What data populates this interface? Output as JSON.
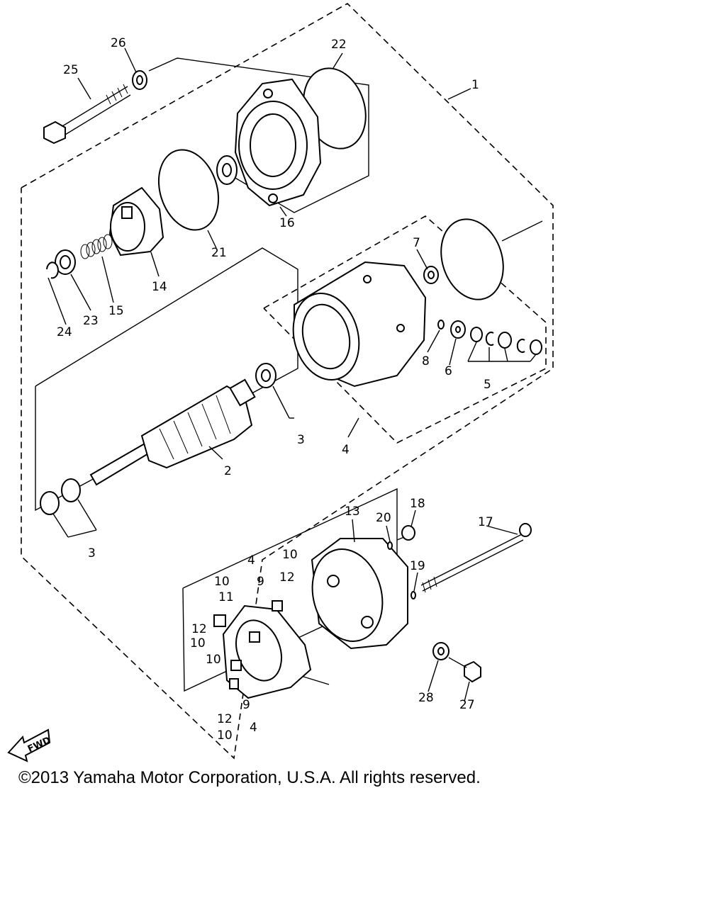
{
  "diagram": {
    "callouts": [
      {
        "id": "c1",
        "label": "1"
      },
      {
        "id": "c2",
        "label": "2"
      },
      {
        "id": "c3a",
        "label": "3"
      },
      {
        "id": "c3b",
        "label": "3"
      },
      {
        "id": "c4a",
        "label": "4"
      },
      {
        "id": "c4b",
        "label": "4"
      },
      {
        "id": "c4c",
        "label": "4"
      },
      {
        "id": "c5",
        "label": "5"
      },
      {
        "id": "c6",
        "label": "6"
      },
      {
        "id": "c7",
        "label": "7"
      },
      {
        "id": "c8",
        "label": "8"
      },
      {
        "id": "c9a",
        "label": "9"
      },
      {
        "id": "c9b",
        "label": "9"
      },
      {
        "id": "c10a",
        "label": "10"
      },
      {
        "id": "c10b",
        "label": "10"
      },
      {
        "id": "c10c",
        "label": "10"
      },
      {
        "id": "c10d",
        "label": "10"
      },
      {
        "id": "c10e",
        "label": "10"
      },
      {
        "id": "c11",
        "label": "11"
      },
      {
        "id": "c12a",
        "label": "12"
      },
      {
        "id": "c12b",
        "label": "12"
      },
      {
        "id": "c12c",
        "label": "12"
      },
      {
        "id": "c13",
        "label": "13"
      },
      {
        "id": "c14",
        "label": "14"
      },
      {
        "id": "c15",
        "label": "15"
      },
      {
        "id": "c16",
        "label": "16"
      },
      {
        "id": "c17",
        "label": "17"
      },
      {
        "id": "c18",
        "label": "18"
      },
      {
        "id": "c19",
        "label": "19"
      },
      {
        "id": "c20",
        "label": "20"
      },
      {
        "id": "c21",
        "label": "21"
      },
      {
        "id": "c22",
        "label": "22"
      },
      {
        "id": "c23",
        "label": "23"
      },
      {
        "id": "c24",
        "label": "24"
      },
      {
        "id": "c25",
        "label": "25"
      },
      {
        "id": "c26",
        "label": "26"
      },
      {
        "id": "c27",
        "label": "27"
      },
      {
        "id": "c28",
        "label": "28"
      }
    ],
    "fwd_label": "FWD"
  },
  "footer": {
    "copyright": "©2013 Yamaha Motor Corporation, U.S.A. All rights reserved."
  }
}
